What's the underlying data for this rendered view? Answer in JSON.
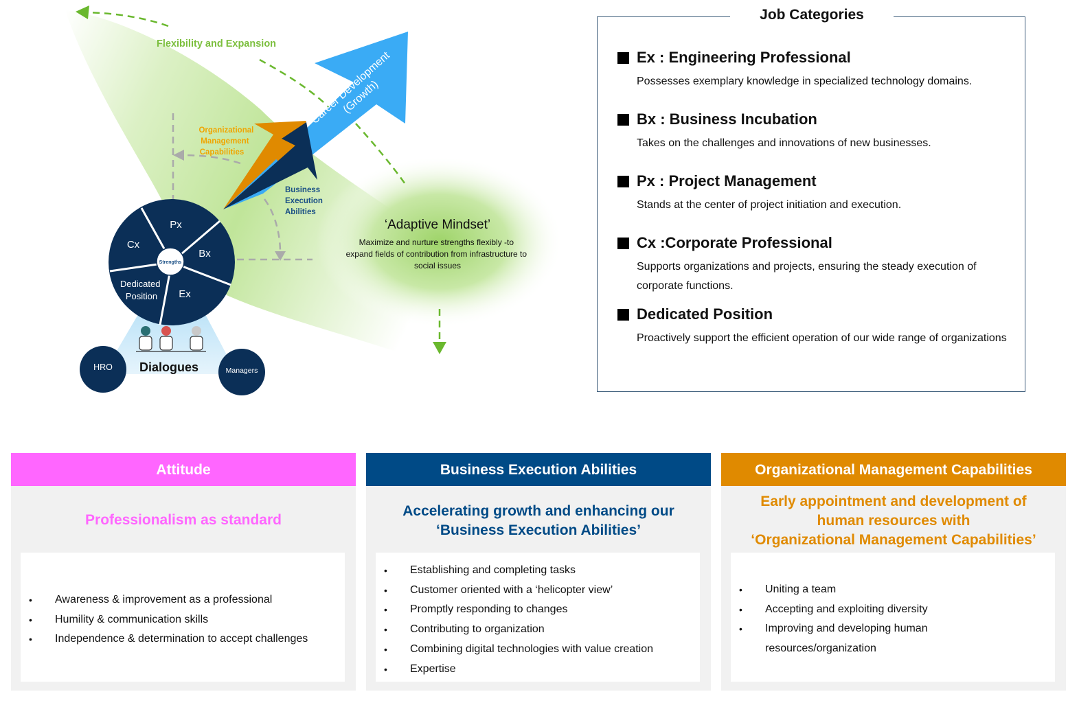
{
  "diagram": {
    "flexibility_label": "Flexibility and Expansion",
    "career_label_line1": "Career Development",
    "career_label_line2": "(Growth)",
    "org_label_lines": [
      "Organizational",
      "Management",
      "Capabilities"
    ],
    "bea_label_lines": [
      "Business",
      "Execution",
      "Abilities"
    ],
    "mindset_title": "‘Adaptive Mindset’",
    "mindset_lines": [
      "Maximize and nurture strengths flexibly -to",
      "expand fields of contribution from infrastructure to",
      "social issues"
    ],
    "wheel": {
      "center": "Strengths",
      "segments": [
        "Px",
        "Bx",
        "Ex",
        "Cx"
      ],
      "dedicated_lines": [
        "Dedicated",
        "Position"
      ]
    },
    "dialogues": "Dialogues",
    "hro": "HRO",
    "managers": "Managers",
    "colors": {
      "navy": "#0b2f57",
      "sky": "#3aabf5",
      "orange": "#e08a00",
      "green": "#8cc63f",
      "gold": "#f0a500"
    }
  },
  "job_categories": {
    "title": "Job Categories",
    "items": [
      {
        "heading": "Ex : Engineering Professional",
        "description": "Possesses exemplary knowledge in specialized technology domains."
      },
      {
        "heading": "Bx : Business Incubation",
        "description": "Takes on the challenges and innovations of new businesses."
      },
      {
        "heading": "Px : Project Management",
        "description": "Stands at the center of project initiation and execution."
      },
      {
        "heading": "Cx :Corporate Professional",
        "description": "Supports organizations and projects, ensuring the steady execution of corporate functions."
      },
      {
        "heading": "Dedicated Position",
        "description": "Proactively support the efficient operation of our wide range of organizations"
      }
    ]
  },
  "panels": [
    {
      "header": "Attitude",
      "header_color": "#ff66ff",
      "subtitle_lines": [
        "Professionalism as standard"
      ],
      "subtitle_color": "#ff66ff",
      "bullets": [
        "Awareness & improvement as a professional",
        "Humility & communication skills",
        "Independence & determination to accept challenges"
      ]
    },
    {
      "header": "Business Execution Abilities",
      "header_color": "#004a86",
      "subtitle_lines": [
        "Accelerating growth and enhancing our",
        "‘Business Execution Abilities’"
      ],
      "subtitle_color": "#004a86",
      "bullets": [
        "Establishing and completing tasks",
        "Customer oriented with a ‘helicopter view’",
        "Promptly responding to changes",
        "Contributing to organization",
        "Combining digital technologies with value creation",
        "Expertise"
      ]
    },
    {
      "header": "Organizational Management Capabilities",
      "header_color": "#e08a00",
      "subtitle_lines": [
        "Early appointment and development of",
        "human resources with",
        "‘Organizational Management Capabilities’"
      ],
      "subtitle_color": "#e08a00",
      "bullets": [
        "Uniting a team",
        "Accepting and exploiting diversity",
        "Improving and developing human resources/organization"
      ]
    }
  ]
}
